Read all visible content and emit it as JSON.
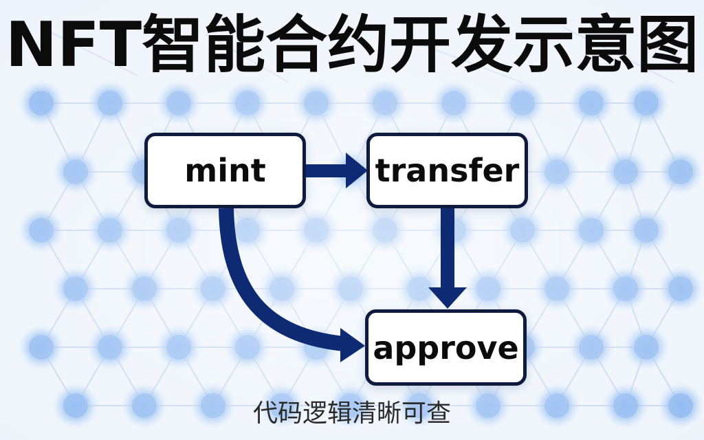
{
  "title": "NFT智能合约开发示意图",
  "nodes": {
    "mint": "mint",
    "transfer": "transfer",
    "approve": "approve"
  },
  "caption": "代码逻辑清晰可查",
  "colors": {
    "arrow": "#0d2a73",
    "node_border": "#0f1b3d",
    "background": "#eef4fb",
    "network_dot": "#8cb7f0",
    "network_line": "#c7d7ee"
  }
}
